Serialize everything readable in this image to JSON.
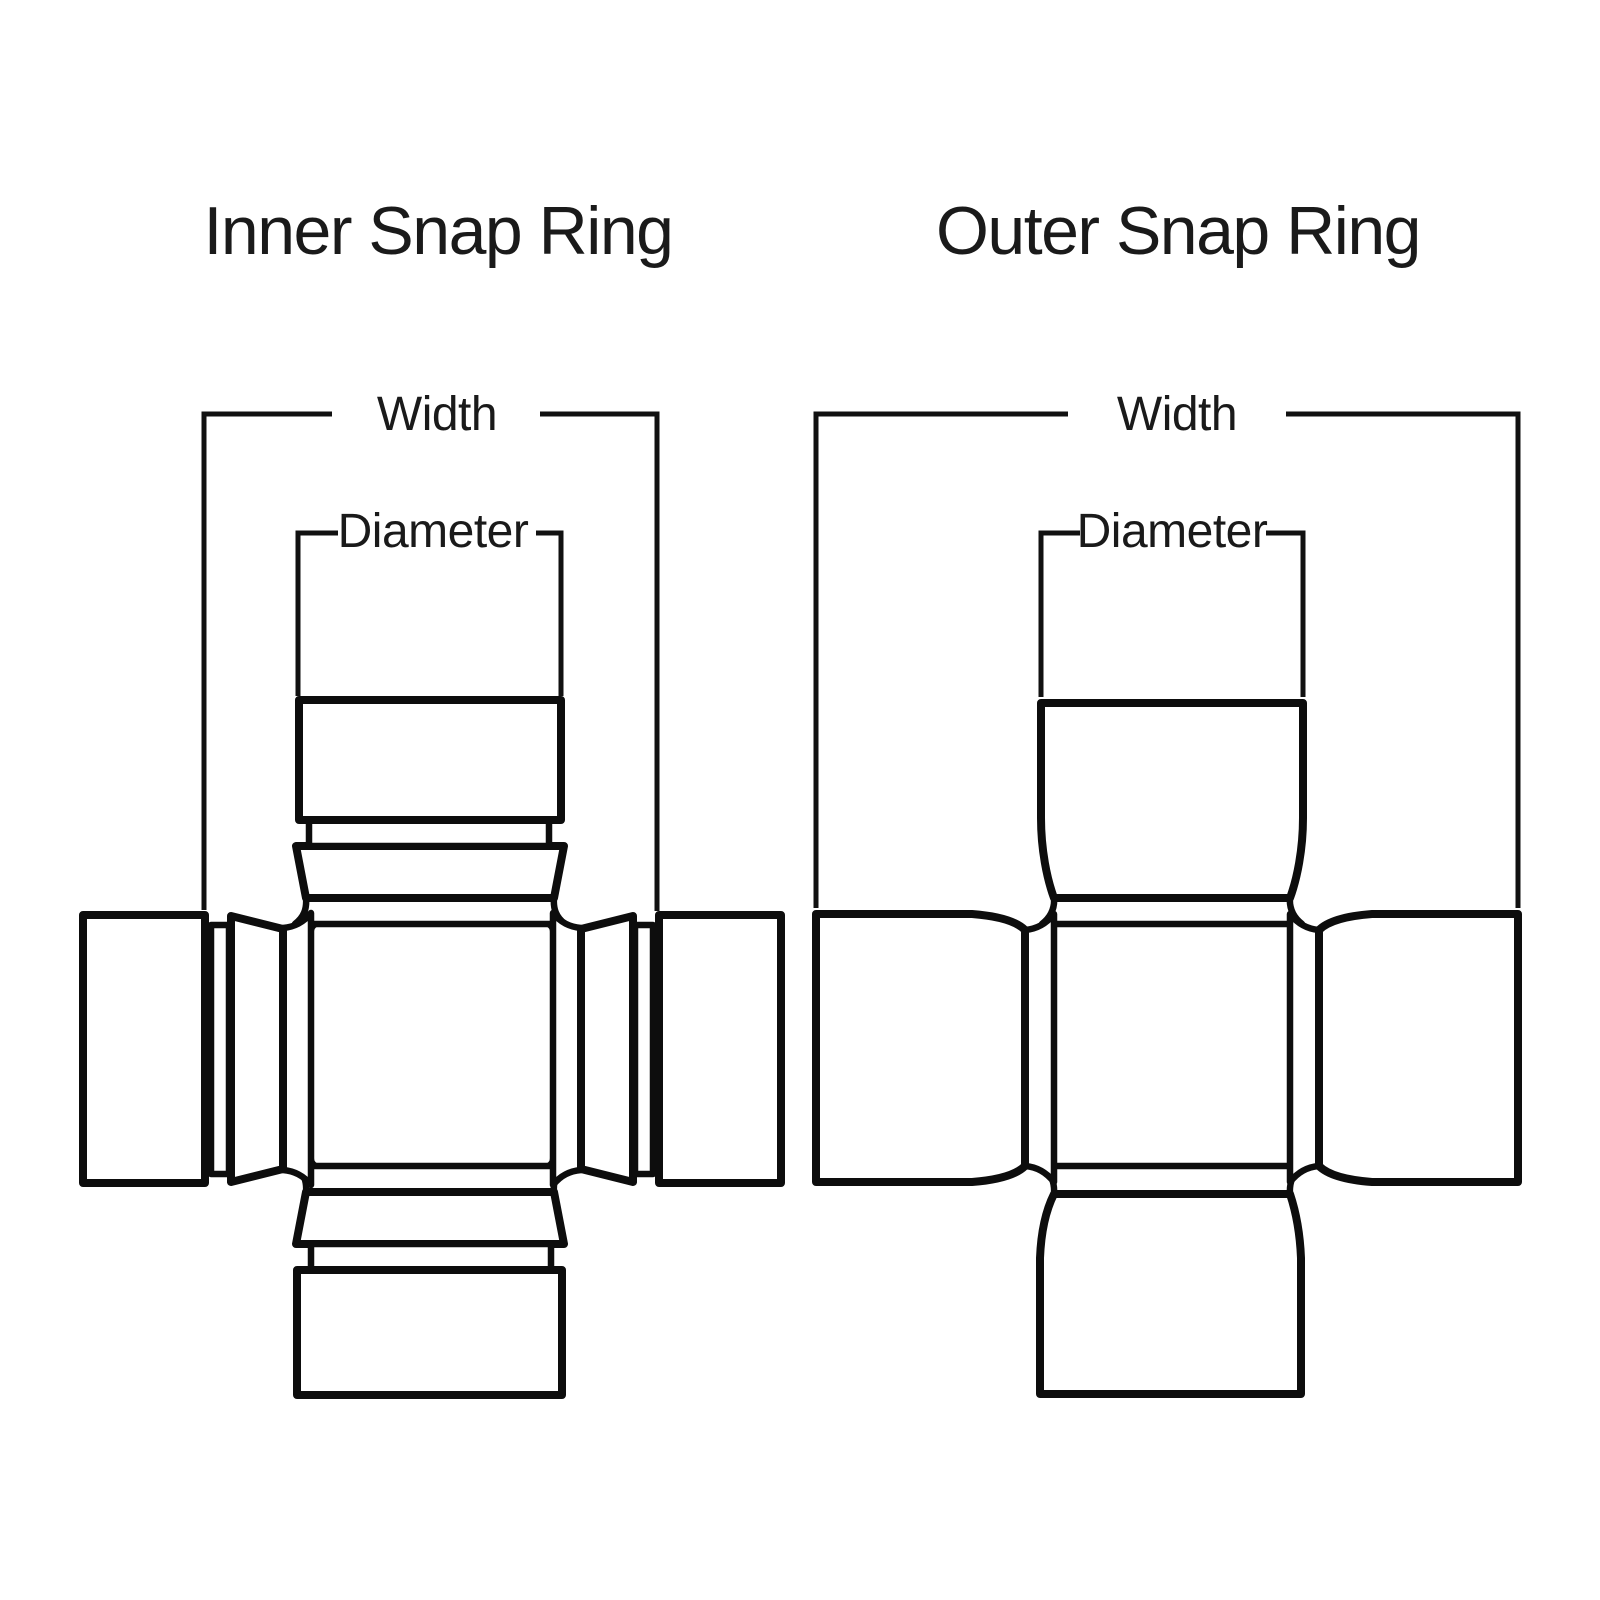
{
  "canvas": {
    "background": "#ffffff",
    "line_color": "#0d0d0d",
    "text_color": "#1a1a1a"
  },
  "diagrams": [
    {
      "type": "inner-snap-ring-u-joint",
      "title": "Inner Snap Ring",
      "width_label": "Width",
      "diameter_label": "Diameter"
    },
    {
      "type": "outer-snap-ring-u-joint",
      "title": "Outer Snap Ring",
      "width_label": "Width",
      "diameter_label": "Diameter"
    }
  ]
}
